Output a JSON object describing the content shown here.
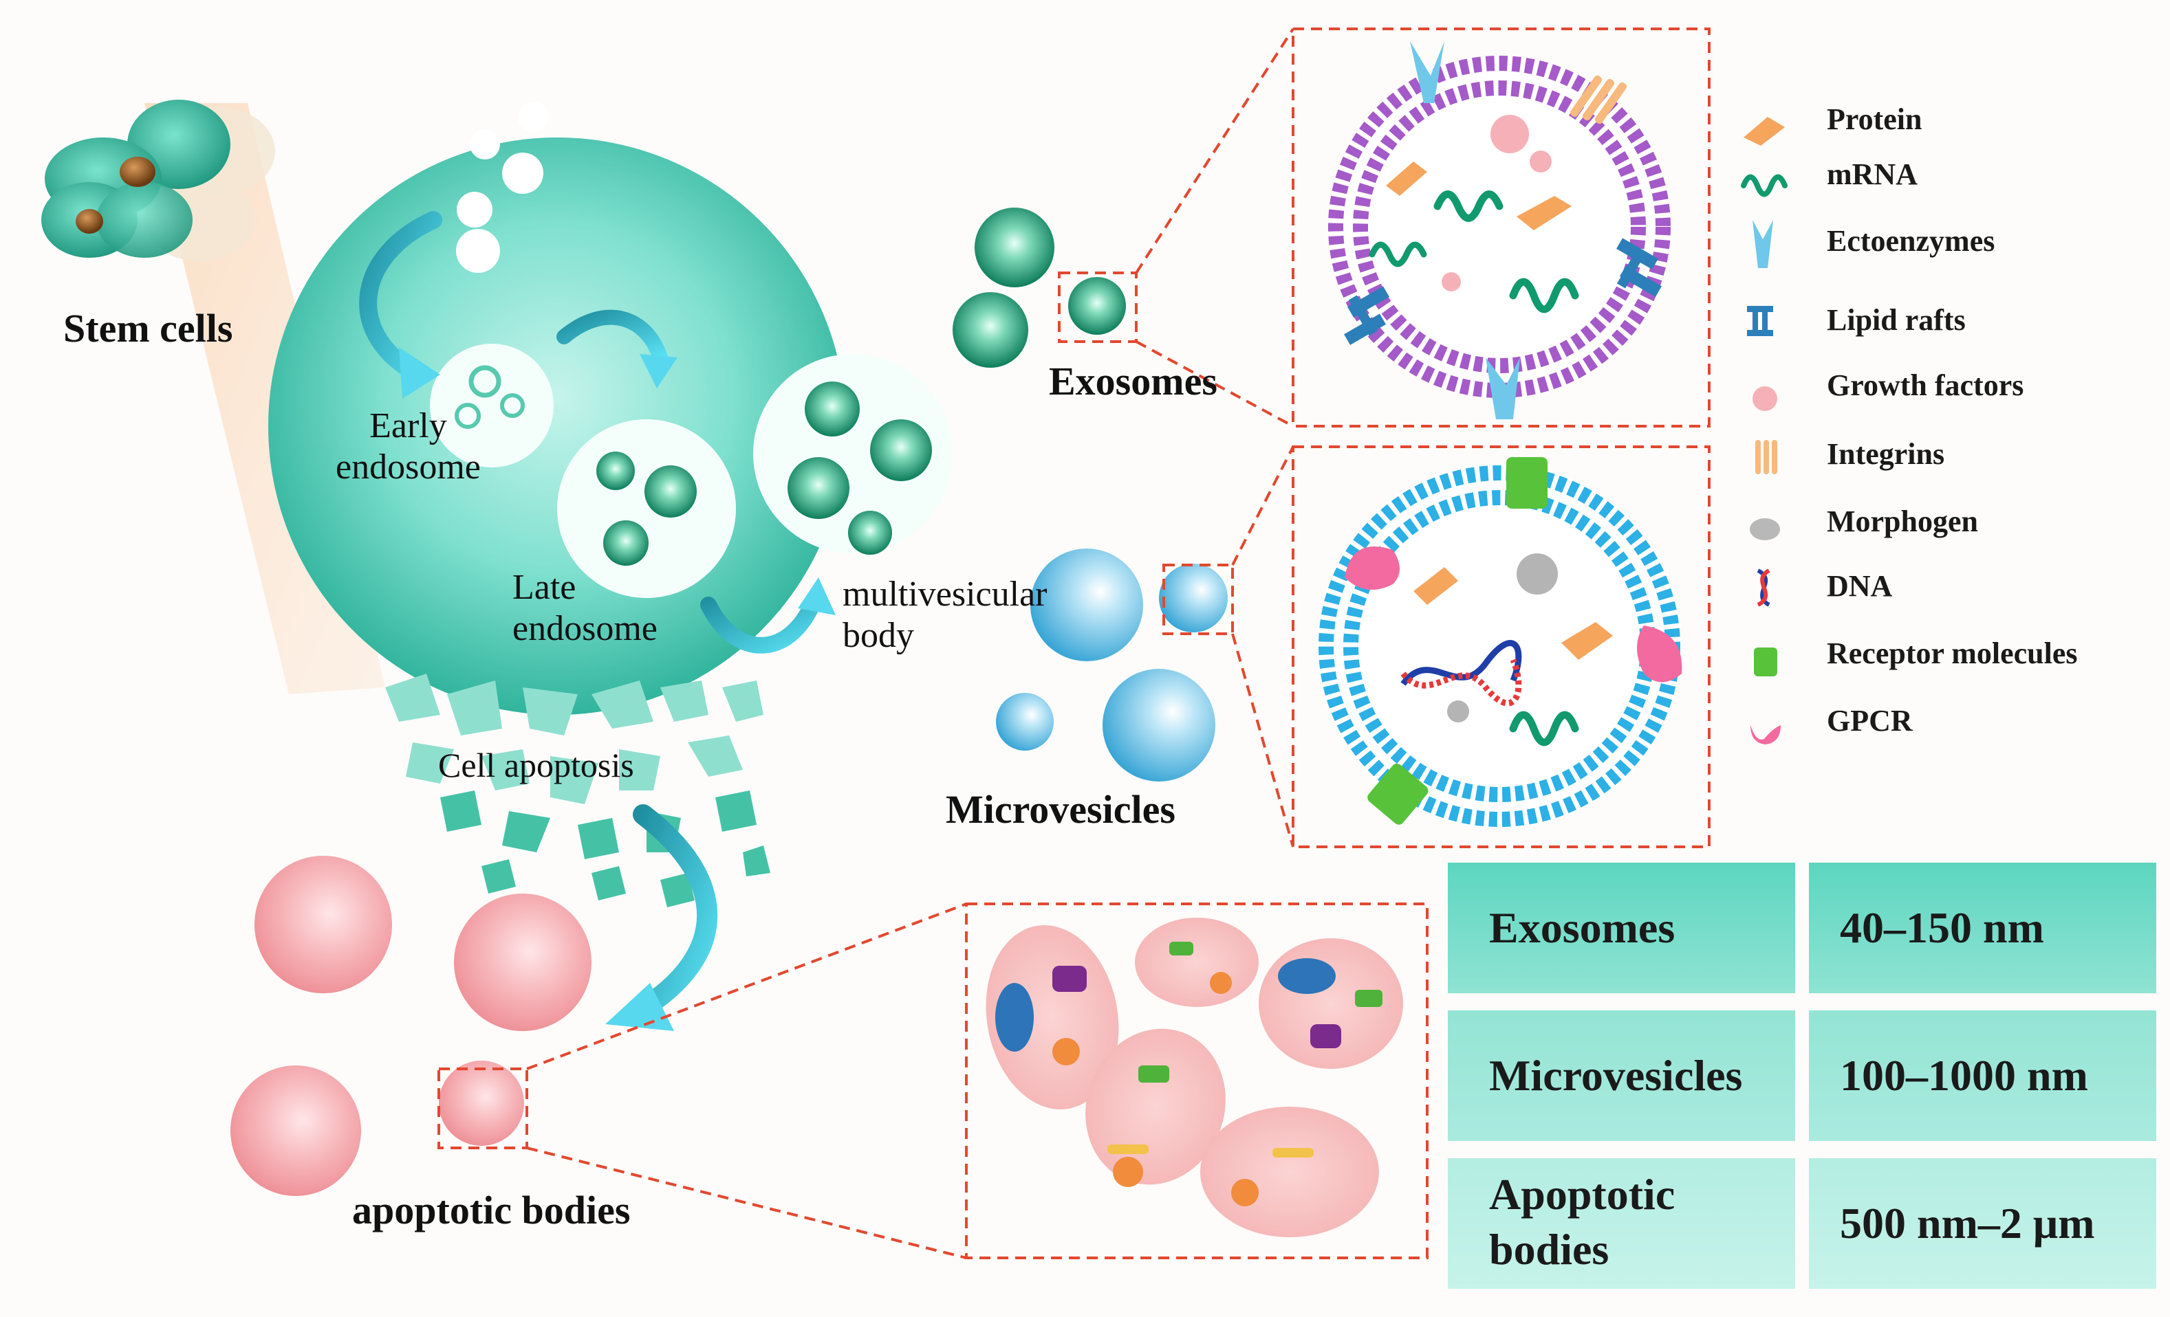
{
  "labels": {
    "stem_cells": "Stem cells",
    "early_endosome": "Early\nendosome",
    "late_endosome": "Late\nendosome",
    "mvb": "multivesicular\nbody",
    "cell_apoptosis": "Cell apoptosis",
    "exosomes": "Exosomes",
    "microvesicles": "Microvesicles",
    "apoptotic_bodies": "apoptotic bodies"
  },
  "legend": [
    {
      "label": "Protein",
      "icon": "protein-icon"
    },
    {
      "label": "mRNA",
      "icon": "mrna-icon"
    },
    {
      "label": "Ectoenzymes",
      "icon": "ectoenzyme-icon"
    },
    {
      "label": "Lipid rafts",
      "icon": "lipid-raft-icon"
    },
    {
      "label": "Growth factors",
      "icon": "growth-factor-icon"
    },
    {
      "label": "Integrins",
      "icon": "integrin-icon"
    },
    {
      "label": "Morphogen",
      "icon": "morphogen-icon"
    },
    {
      "label": "DNA",
      "icon": "dna-icon"
    },
    {
      "label": "Receptor molecules",
      "icon": "receptor-icon"
    },
    {
      "label": "GPCR",
      "icon": "gpcr-icon"
    }
  ],
  "size_table": [
    {
      "name": "Exosomes",
      "size": "40–150 nm"
    },
    {
      "name": "Microvesicles",
      "size": "100–1000 nm"
    },
    {
      "name": "Apoptotic\nbodies",
      "size": "500 nm–2 μm"
    }
  ],
  "colors": {
    "cell_teal": "#5fd2bf",
    "vesicle_green": "#1f9a74",
    "microvesicle_blue": "#52b8de",
    "apoptotic_pink": "#f3a3a8",
    "dashed_red": "#e2482f",
    "table_top": "#5cd6c0",
    "table_bottom": "#bdf1e7"
  }
}
